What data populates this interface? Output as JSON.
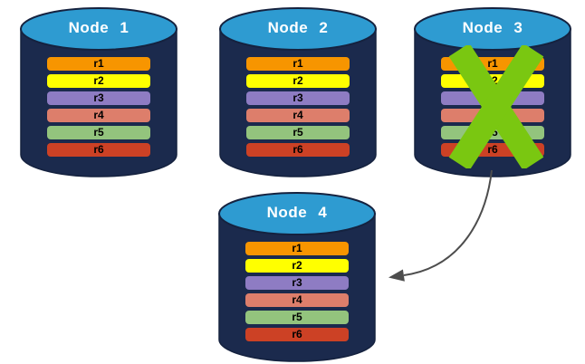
{
  "colors": {
    "background": "#FFFFFF",
    "cylinder-body": "#1B2A4D",
    "cylinder-top": "#2E9BD1",
    "cylinder-outline": "#15223F",
    "node-label-text": "#FFFFFF",
    "record-text": "#000000",
    "failure-x": "#7AC711",
    "arrow": "#4D4D4D"
  },
  "record_colors": {
    "r1": "#F79500",
    "r2": "#FFFF00",
    "r3": "#8E7CC3",
    "r4": "#DD7E6B",
    "r5": "#93C47D",
    "r6": "#CC4125"
  },
  "nodes": [
    {
      "label": "Node 1",
      "failed": false,
      "records": [
        "r1",
        "r2",
        "r3",
        "r4",
        "r5",
        "r6"
      ]
    },
    {
      "label": "Node 2",
      "failed": false,
      "records": [
        "r1",
        "r2",
        "r3",
        "r4",
        "r5",
        "r6"
      ]
    },
    {
      "label": "Node 3",
      "failed": true,
      "records": [
        "r1",
        "r2",
        "r3",
        "r4",
        "r5",
        "r6"
      ]
    },
    {
      "label": "Node 4",
      "failed": false,
      "records": [
        "r1",
        "r2",
        "r3",
        "r4",
        "r5",
        "r6"
      ]
    }
  ],
  "connector": {
    "from": "Node 3",
    "to": "Node 4"
  }
}
